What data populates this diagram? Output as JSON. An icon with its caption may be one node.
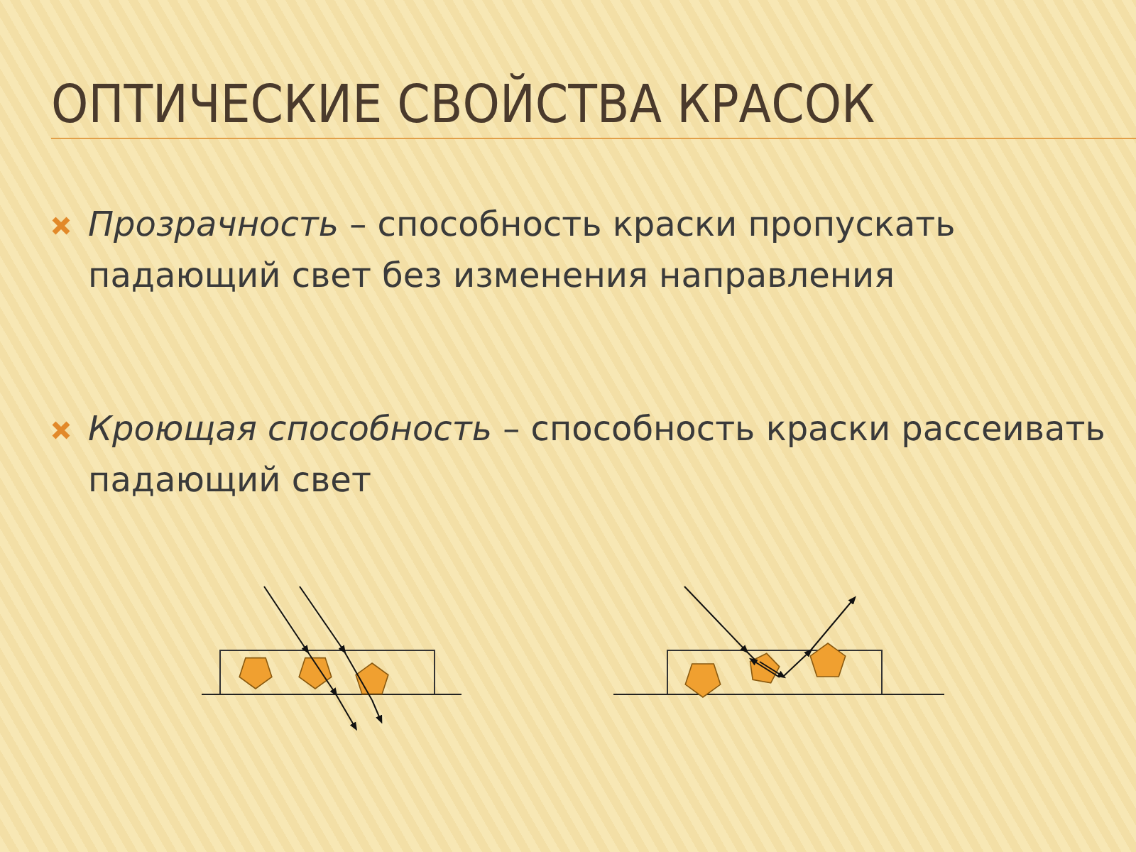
{
  "diagram": {
    "title": "ОПТИЧЕСКИЕ СВОЙСТВА КРАСОК",
    "labels": [
      "*Прозрачность* – способность краски пропускать падающий свет без изменения направления",
      "*Кроющая способность* – способность краски рассеивать падающий свет"
    ]
  }
}
